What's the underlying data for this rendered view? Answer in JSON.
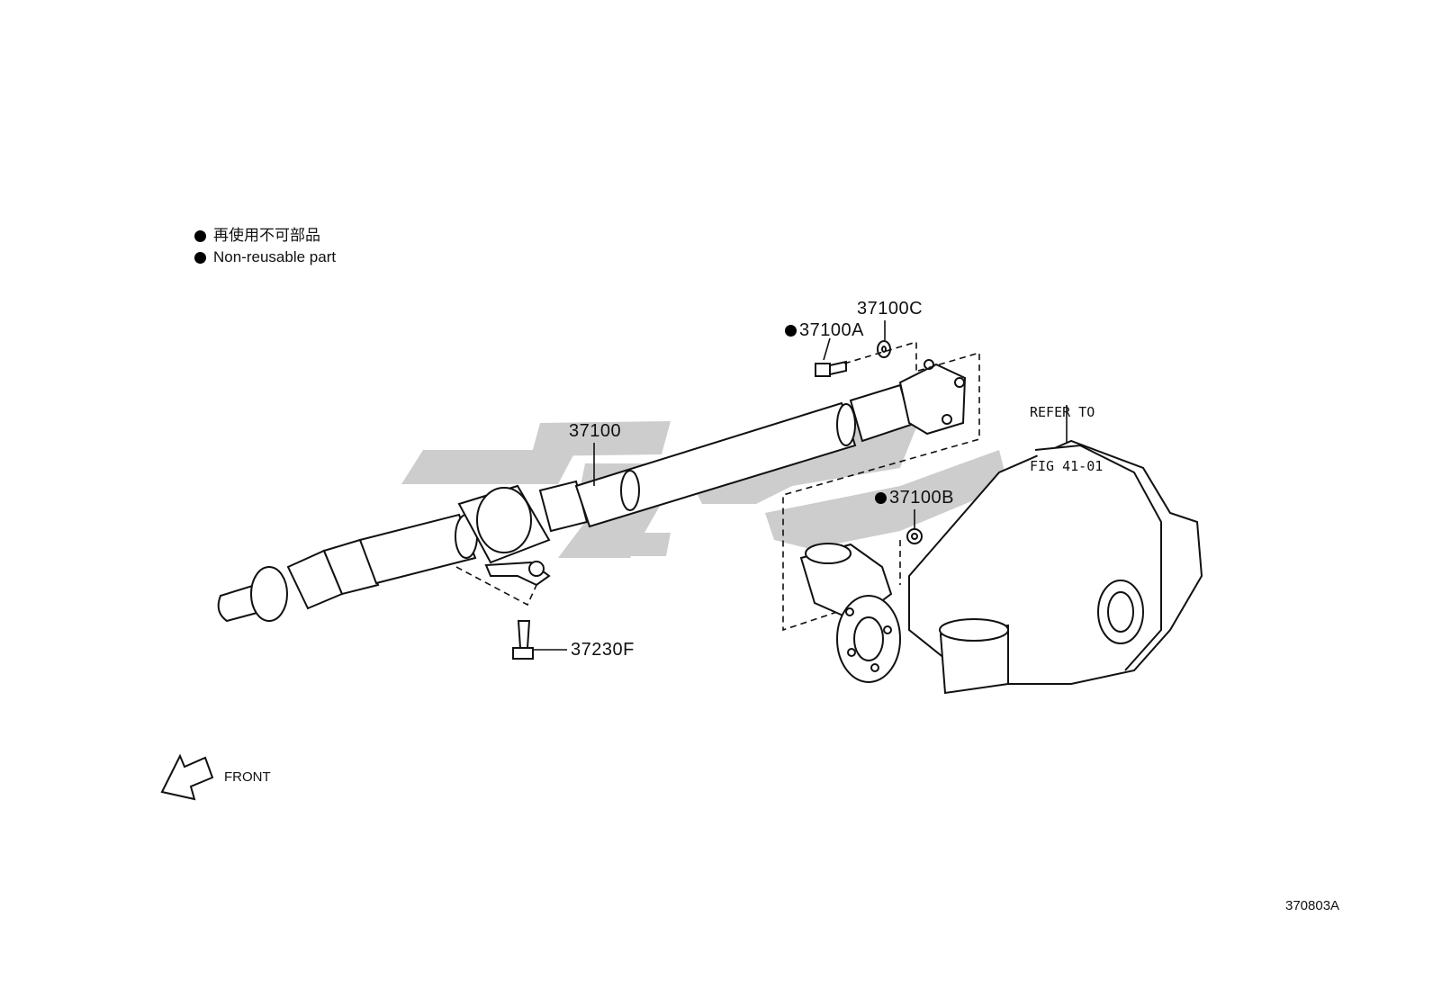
{
  "legend": {
    "line_jp": "再使用不可部品",
    "line_en": "Non-reusable part"
  },
  "callouts": {
    "shaft": "37100",
    "bolt_a": "37100A",
    "washer_c": "37100C",
    "nut_b": "37100B",
    "bolt_f": "37230F"
  },
  "reference": {
    "line1": "REFER TO",
    "line2": "FIG 41-01"
  },
  "front_label": "FRONT",
  "figure_id": "370803A",
  "colors": {
    "ink": "#111111",
    "watermark": "#c8c8c8"
  }
}
